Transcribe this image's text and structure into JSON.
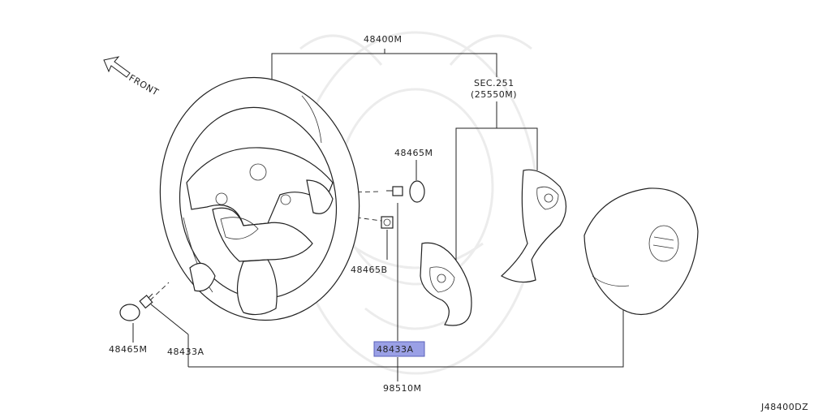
{
  "diagram": {
    "drawing_id": "J48400DZ",
    "direction_label": "FRONT",
    "labels": {
      "assembly": "48400M",
      "sec_ref_line1": "SEC.251",
      "sec_ref_line2": "(25550M)",
      "cap_upper": "48465M",
      "nut": "48465B",
      "cap_lower": "48465M",
      "bolt": "48433A",
      "highlighted_part": "48433A",
      "airbag": "98510M"
    },
    "highlight_color": "#9aa0e6"
  }
}
